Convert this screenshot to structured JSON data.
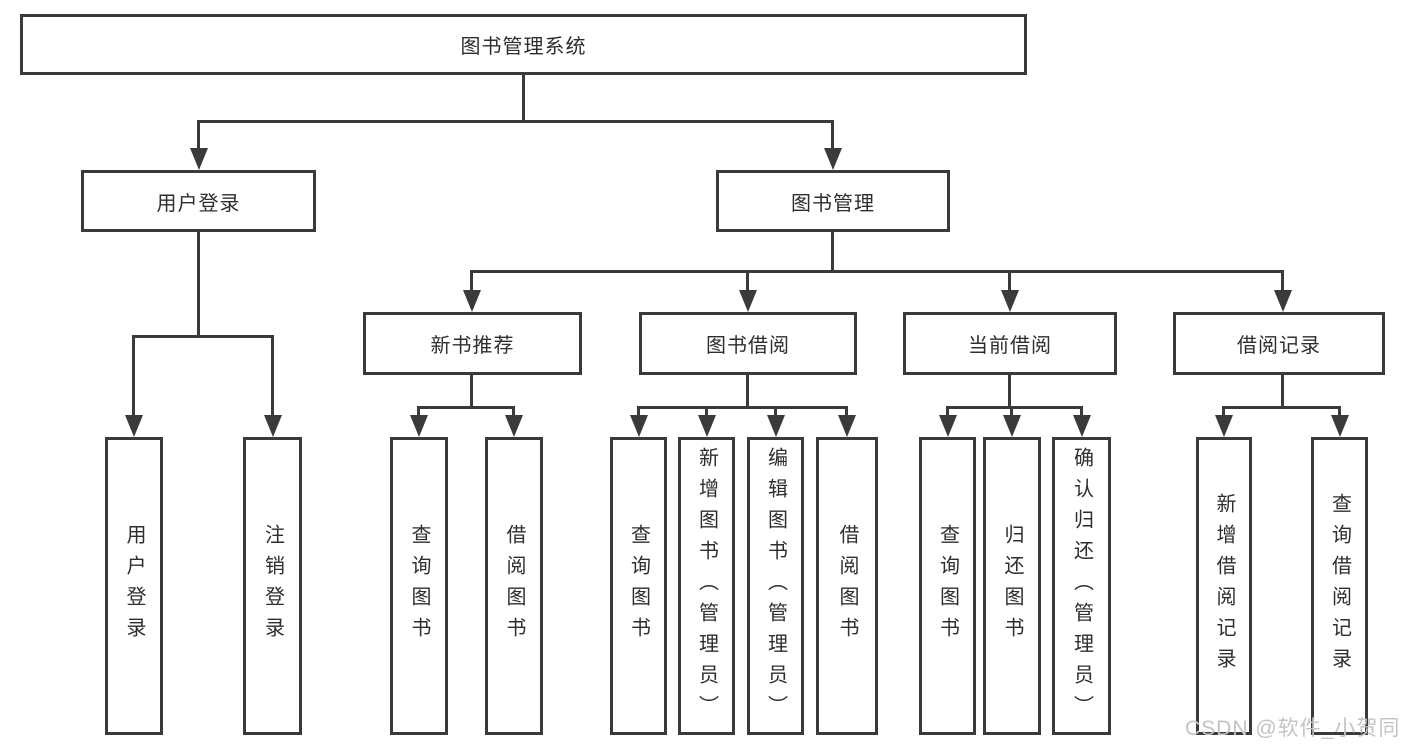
{
  "tree": {
    "label": "图书管理系统",
    "children": [
      {
        "label": "用户登录",
        "children": [
          {
            "label": "用户登录"
          },
          {
            "label": "注销登录"
          }
        ]
      },
      {
        "label": "图书管理",
        "children": [
          {
            "label": "新书推荐",
            "children": [
              {
                "label": "查询图书"
              },
              {
                "label": "借阅图书"
              }
            ]
          },
          {
            "label": "图书借阅",
            "children": [
              {
                "label": "查询图书"
              },
              {
                "label": "新增图书（管理员）"
              },
              {
                "label": "编辑图书（管理员）"
              },
              {
                "label": "借阅图书"
              }
            ]
          },
          {
            "label": "当前借阅",
            "children": [
              {
                "label": "查询图书"
              },
              {
                "label": "归还图书"
              },
              {
                "label": "确认归还（管理员）"
              }
            ]
          },
          {
            "label": "借阅记录",
            "children": [
              {
                "label": "新增借阅记录"
              },
              {
                "label": "查询借阅记录"
              }
            ]
          }
        ]
      }
    ]
  },
  "watermark": "CSDN @软件_小贺同学",
  "colors": {
    "line": "#3a3a3a",
    "text": "#2e2e2e",
    "watermark": "#c4c4c4",
    "background": "#ffffff"
  }
}
